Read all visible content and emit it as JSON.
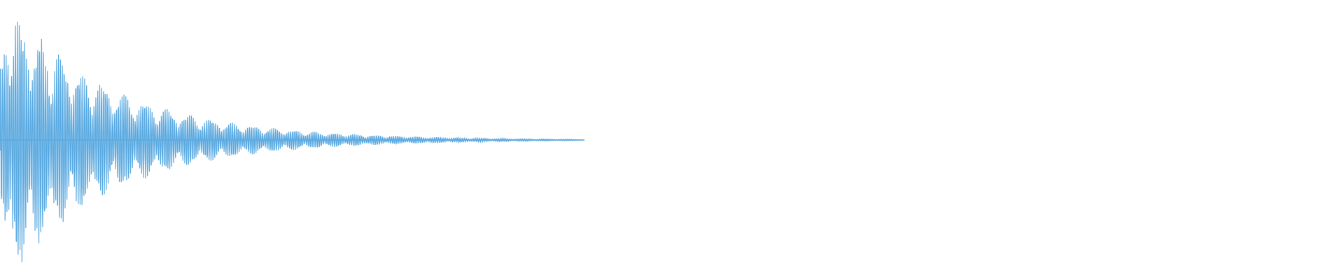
{
  "waveform": {
    "color": "#5aa9e0",
    "background": "#ffffff",
    "duration_fraction_with_signal": 0.435,
    "envelope": "decaying",
    "oscillation": "beating"
  }
}
